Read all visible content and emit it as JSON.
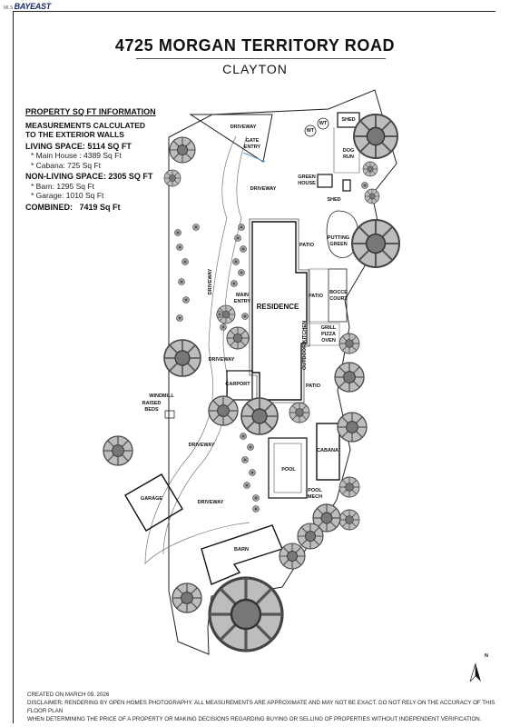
{
  "header": {
    "logo_text": "BAYEAST",
    "logo_prefix": "MLS",
    "title": "4725 MORGAN TERRITORY ROAD",
    "city": "CLAYTON"
  },
  "info": {
    "heading": "PROPERTY SQ FT INFORMATION",
    "calc_line1": "MEASUREMENTS CALCULATED",
    "calc_line2": "TO THE EXTERIOR WALLS",
    "living": "LIVING SPACE: 5114 SQ FT",
    "main_house": "*   Main House :   4389 Sq Ft",
    "cabana": "*   Cabana:   725 Sq Ft",
    "nonliving": "NON-LIVING SPACE: 2305 SQ FT",
    "barn": "*   Barn:   1295 Sq Ft",
    "garage": "*   Garage:   1010 Sq Ft",
    "combined_label": "COMBINED:",
    "combined_value": "7419  Sq Ft"
  },
  "labels": {
    "driveway": "DRIVEWAY",
    "gate_entry_1": "GATE",
    "gate_entry_2": "ENTRY",
    "shed": "SHED",
    "wt": "WT",
    "dog_run_1": "DOG",
    "dog_run_2": "RUN",
    "green_house_1": "GREEN",
    "green_house_2": "HOUSE",
    "putting_1": "PUTTING",
    "putting_2": "GREEN",
    "patio": "PATIO",
    "residence": "RESIDENCE",
    "main_entry_1": "MAIN",
    "main_entry_2": "ENTRY",
    "bocce_1": "BOCCE",
    "bocce_2": "COURT",
    "grill_1": "GRILL",
    "grill_2": "PIZZA",
    "grill_3": "OVEN",
    "outdoor_1": "OUTDOOR",
    "outdoor_2": "KITCHEN",
    "carport": "CARPORT",
    "windmill": "WINDMILL",
    "raised_1": "RAISED",
    "raised_2": "BEDS",
    "cabana": "CABANA",
    "pool": "POOL",
    "pool_mech_1": "POOL",
    "pool_mech_2": "MECH",
    "garage": "GARAGE",
    "barn": "BARN",
    "north": "N"
  },
  "footer": {
    "created": "CREATED ON MARCH 09, 2026",
    "disclaimer_1": "DISCLAIMER: RENDERING BY OPEN HOMES PHOTOGRAPHY. ALL MEASUREMENTS ARE APPROXIMATE AND MAY NOT BE EXACT. DO NOT RELY ON THE ACCURACY OF THIS FLOOR PLAN",
    "disclaimer_2": "WHEN DETERMINING THE PRICE OF A PROPERTY OR MAKING DECISIONS REGARDING BUYING OR SELLING OF PROPERTIES WITHOUT INDEPENDENT VERIFICATION."
  }
}
